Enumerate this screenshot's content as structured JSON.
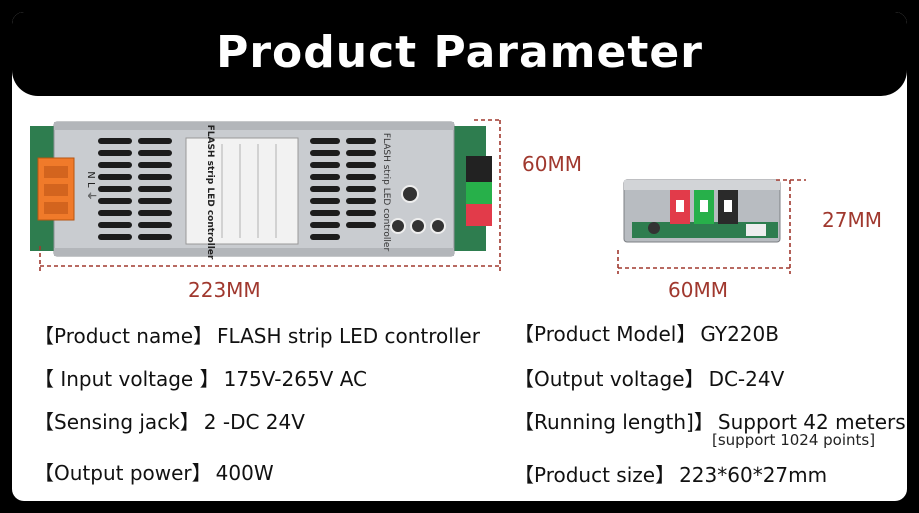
{
  "header": {
    "title": "Product Parameter"
  },
  "dimensions": {
    "long_length": "223MM",
    "long_height": "60MM",
    "short_width": "60MM",
    "short_height": "27MM"
  },
  "device_label": {
    "name": "FLASH strip LED controller",
    "vertical_text": "FLASH strip LED controller",
    "terminal": "N  L  ⏚"
  },
  "specs_left": [
    {
      "key": "【Product name】",
      "value": "FLASH strip LED controller"
    },
    {
      "key": "【 Input voltage 】",
      "value": "175V-265V AC"
    },
    {
      "key": "【Sensing jack】",
      "value": "2 -DC 24V"
    },
    {
      "key": "【Output power】",
      "value": "400W"
    }
  ],
  "specs_right": [
    {
      "key": "【Product Model】",
      "value": "GY220B"
    },
    {
      "key": "【Output voltage】",
      "value": "DC-24V"
    },
    {
      "key": "【Running length]】",
      "value": "Support 42 meters",
      "note": "[support 1024 points]"
    },
    {
      "key": "【Product size】",
      "value": "223*60*27mm"
    }
  ],
  "colors": {
    "dimension": "#a0382e",
    "header_bg": "#000000",
    "accent_red": "#e23b4a",
    "accent_green": "#27b04a",
    "accent_orange": "#f07a2a"
  }
}
